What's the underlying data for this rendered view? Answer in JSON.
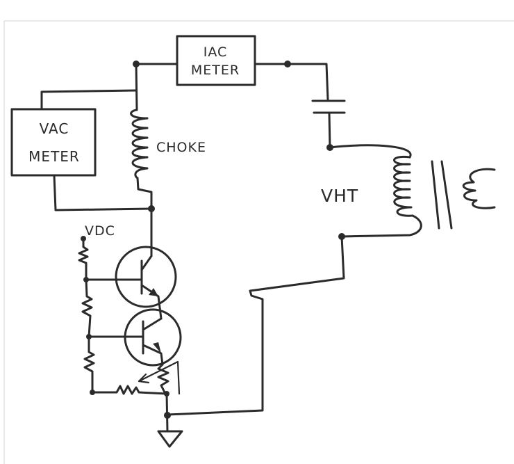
{
  "labels": {
    "iac_meter_line1": "IAC",
    "iac_meter_line2": "METER",
    "vac_meter_line1": "VAC",
    "vac_meter_line2": "METER",
    "choke": "CHOKE",
    "vht": "VHT",
    "vdc": "VDC"
  },
  "colors": {
    "ink": "#2b2b2b",
    "paper": "#ffffff"
  }
}
